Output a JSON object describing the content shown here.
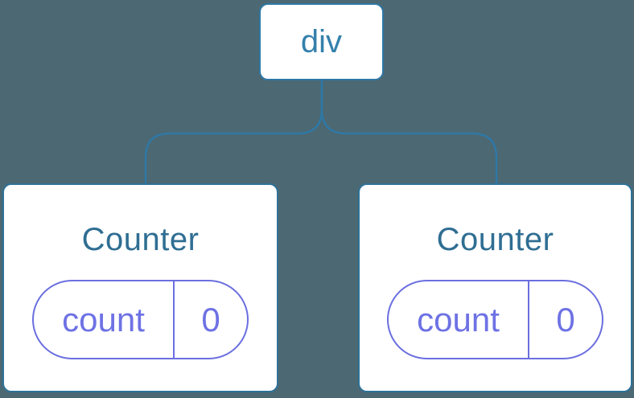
{
  "diagram": {
    "root": {
      "label": "div"
    },
    "components": [
      {
        "title": "Counter",
        "state": {
          "key": "count",
          "value": "0"
        }
      },
      {
        "title": "Counter",
        "state": {
          "key": "count",
          "value": "0"
        }
      }
    ]
  },
  "colors": {
    "background": "#4C6873",
    "connector": "#2F78A5",
    "root_node_border": "#2F78A5",
    "root_node_text": "#3480AC",
    "card_background": "#FFFFFF",
    "card_border": "#2D7298",
    "card_title_text": "#2F6E93",
    "state_pill_border": "#6B6FDF",
    "state_pill_text": "#6E72E4"
  }
}
